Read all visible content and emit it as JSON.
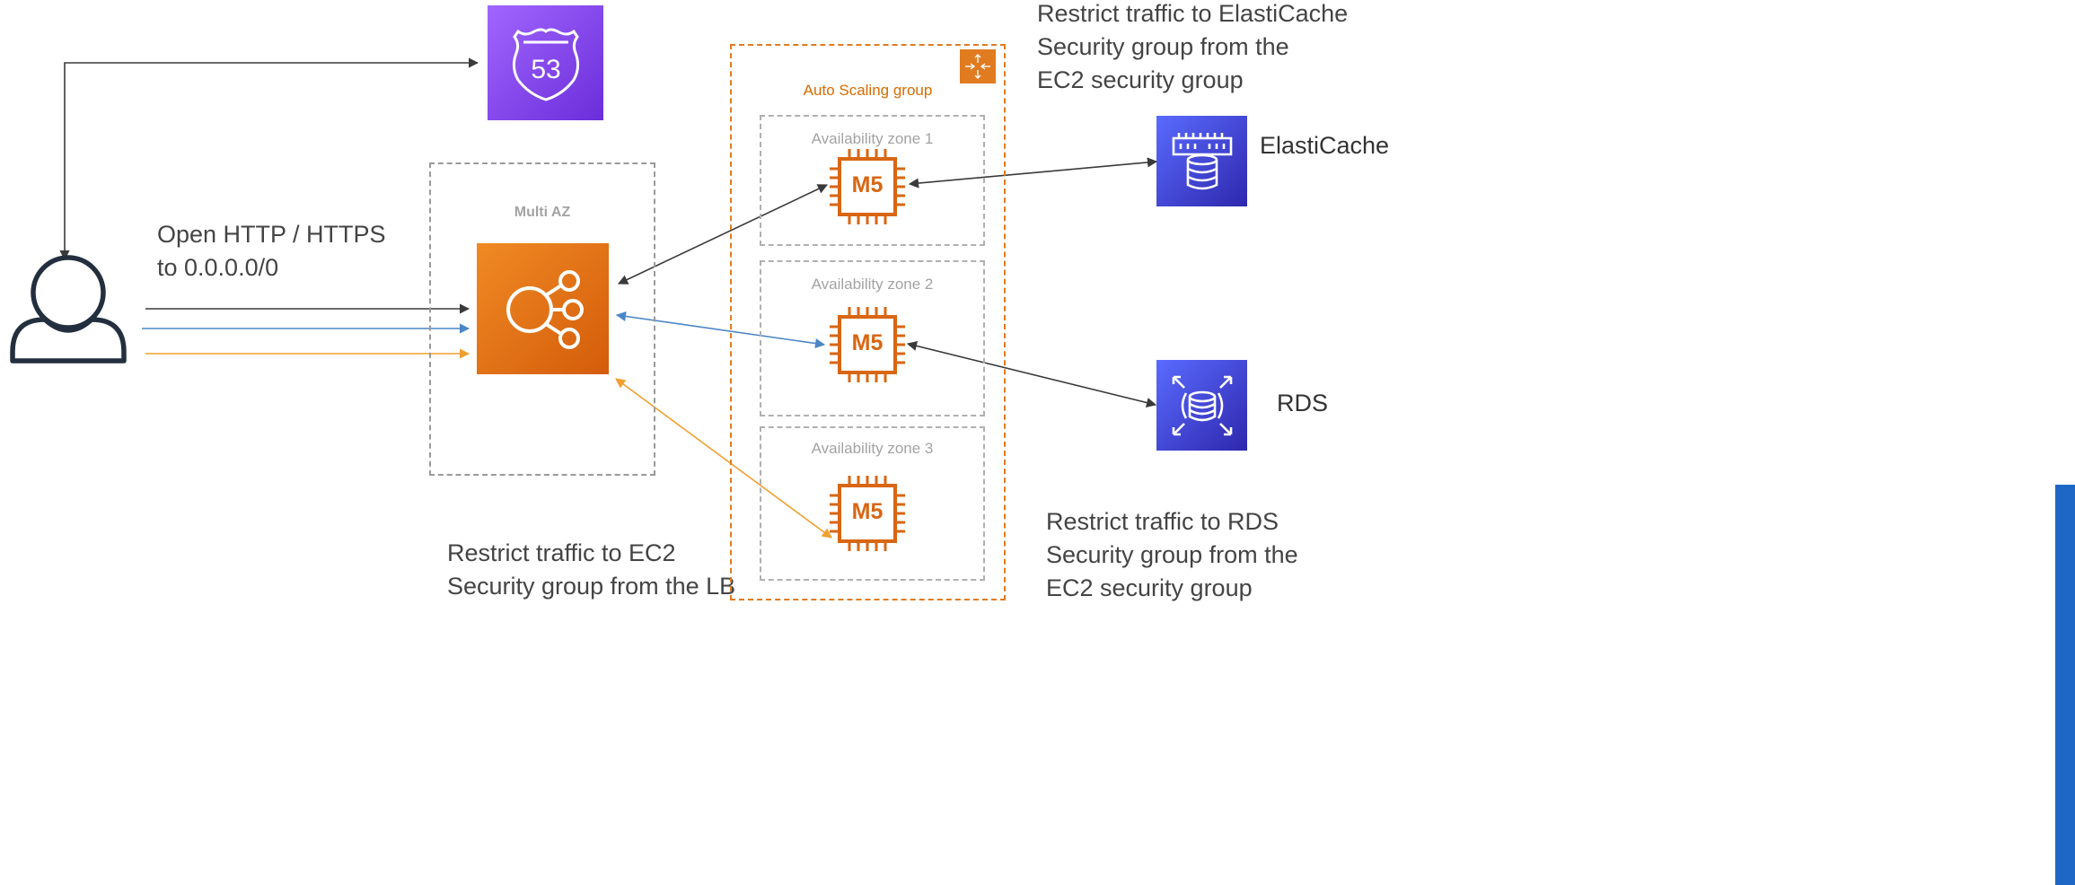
{
  "route53": {
    "icon": "route53-shield-icon",
    "number": "53",
    "color": "#8c4fff"
  },
  "user": {
    "icon": "user-icon"
  },
  "load_balancer": {
    "icon": "elb-icon",
    "color": "#e8740f"
  },
  "labels": {
    "multi_az": "Multi AZ",
    "auto_scaling": "Auto Scaling group",
    "az1": "Availability zone 1",
    "az2": "Availability zone 2",
    "az3": "Availability zone 3",
    "open_http_1": "Open HTTP / HTTPS",
    "open_http_2": "to 0.0.0.0/0",
    "restrict_ec2_1": "Restrict traffic to EC2",
    "restrict_ec2_2": "Security group from the LB",
    "restrict_cache_1": "Restrict traffic to ElastiCache",
    "restrict_cache_2": "Security group from the",
    "restrict_cache_3": "EC2 security group",
    "restrict_rds_1": "Restrict traffic to RDS",
    "restrict_rds_2": "Security group from the",
    "restrict_rds_3": "EC2 security group"
  },
  "instances": [
    {
      "label": "M5",
      "icon": "ec2-m5-chip-icon"
    },
    {
      "label": "M5",
      "icon": "ec2-m5-chip-icon"
    },
    {
      "label": "M5",
      "icon": "ec2-m5-chip-icon"
    }
  ],
  "elasticache": {
    "label": "ElastiCache",
    "icon": "elasticache-icon",
    "color": "#3b48cc"
  },
  "rds": {
    "label": "RDS",
    "icon": "rds-icon",
    "color": "#3b48cc"
  },
  "colors": {
    "arrow_dark": "#3a3a3a",
    "arrow_blue": "#4a86c5",
    "arrow_orange": "#f0a030",
    "ec2_orange": "#d86613",
    "asg_orange": "#e07b1f"
  }
}
